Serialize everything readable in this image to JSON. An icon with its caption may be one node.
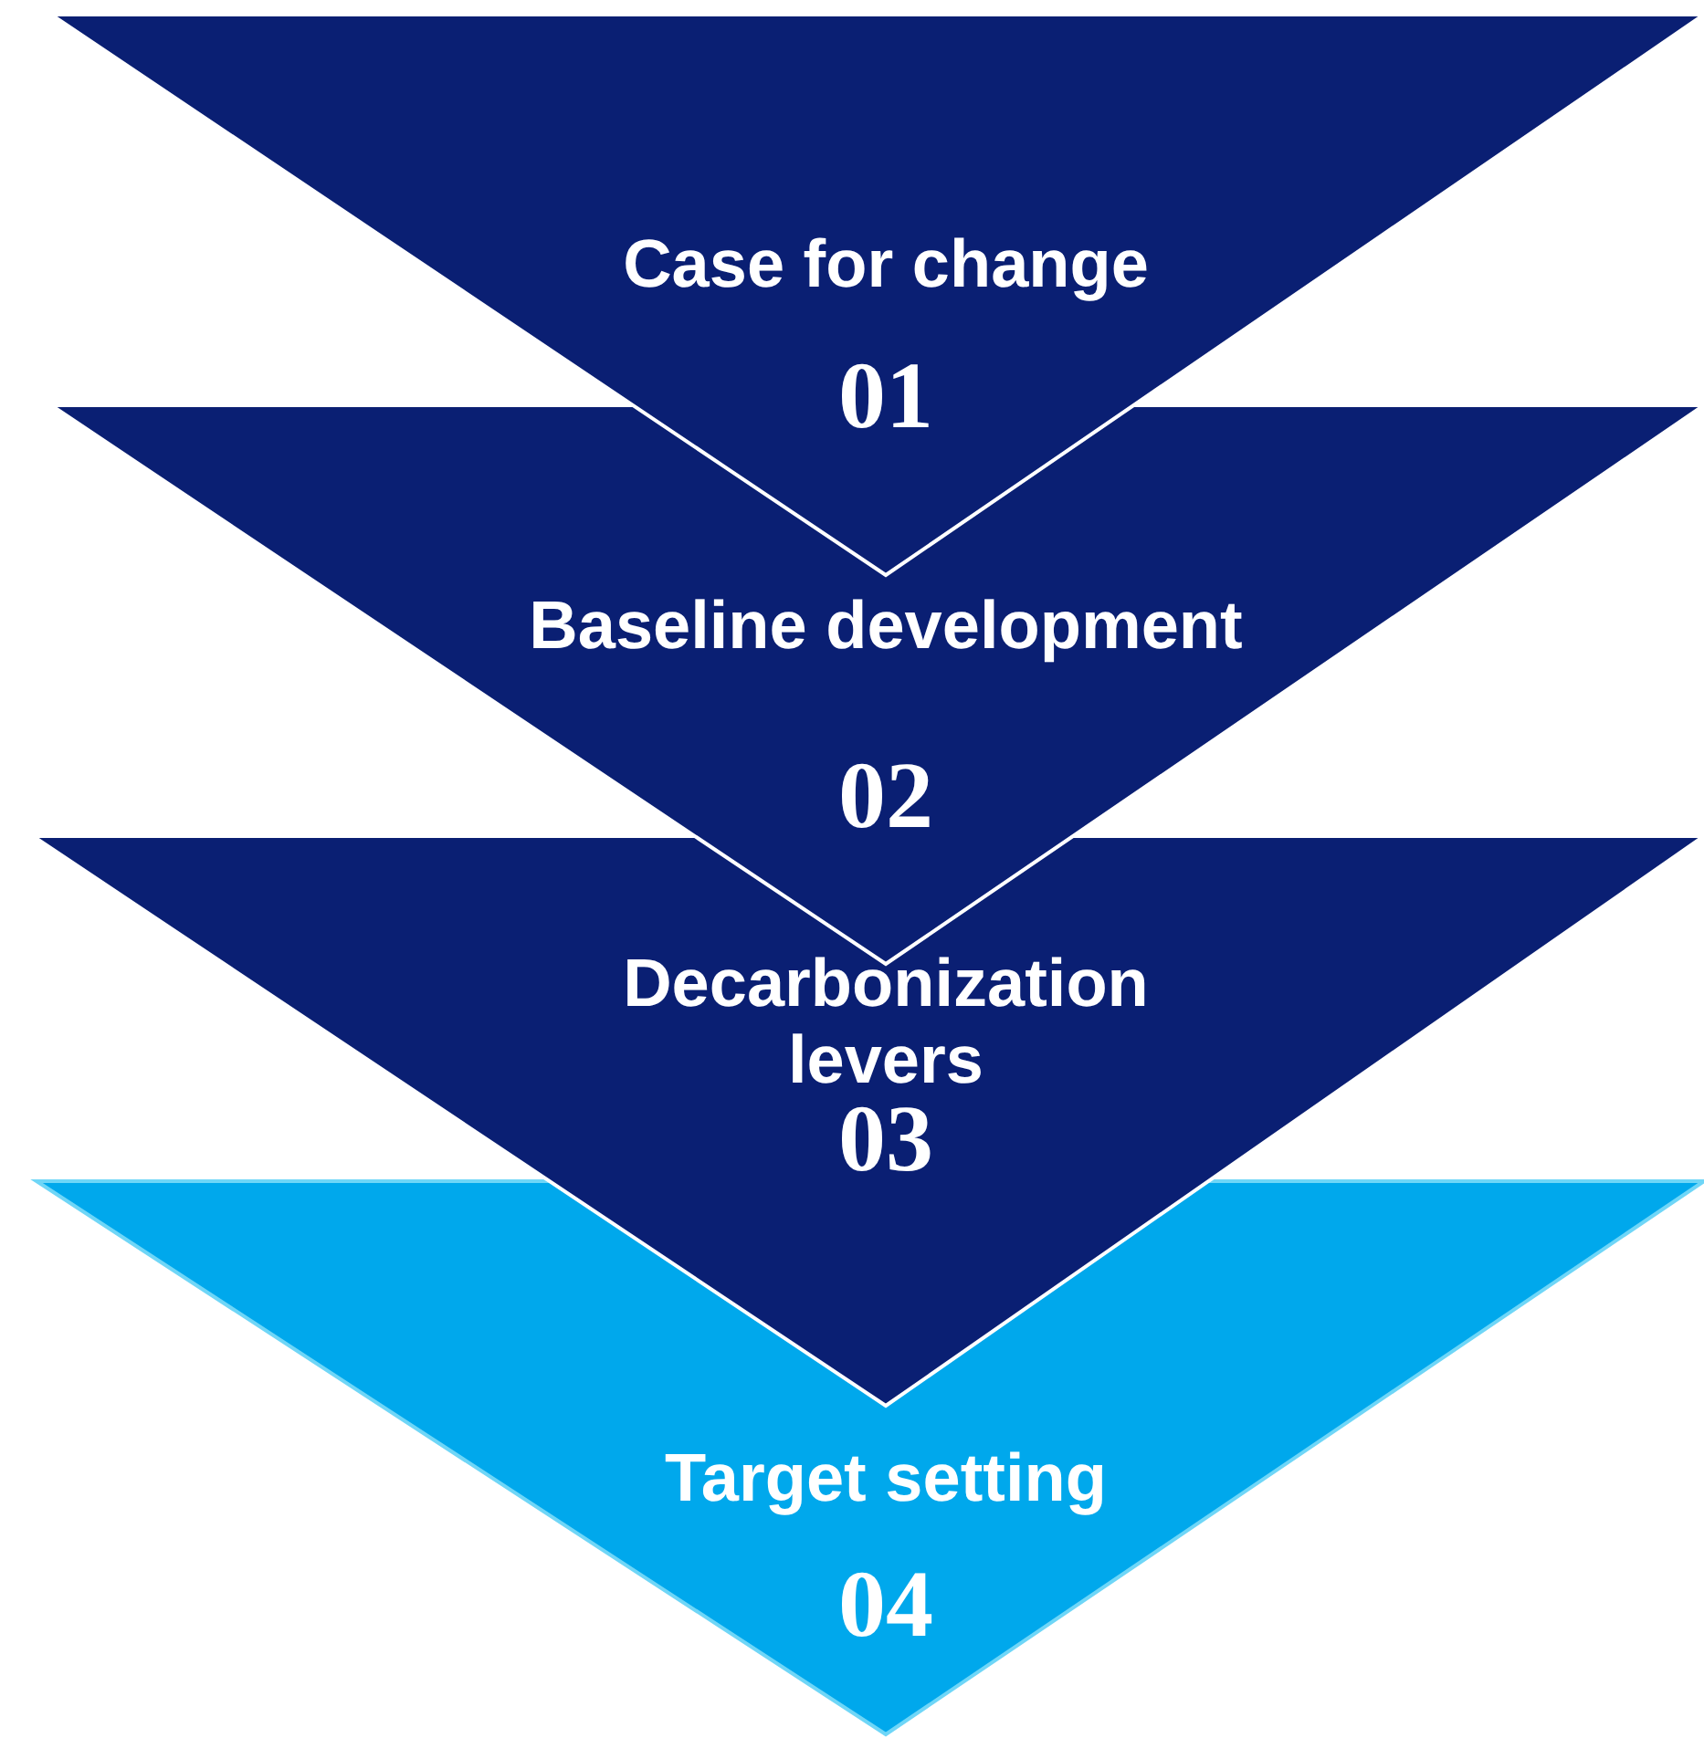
{
  "diagram": {
    "nodes": [
      {
        "text": [
          "Case for change",
          "01"
        ]
      },
      {
        "text": [
          "Baseline development",
          "02"
        ]
      },
      {
        "text": [
          "Decarbonization levers",
          "03"
        ]
      },
      {
        "text": [
          "Target setting",
          "04"
        ]
      }
    ]
  }
}
